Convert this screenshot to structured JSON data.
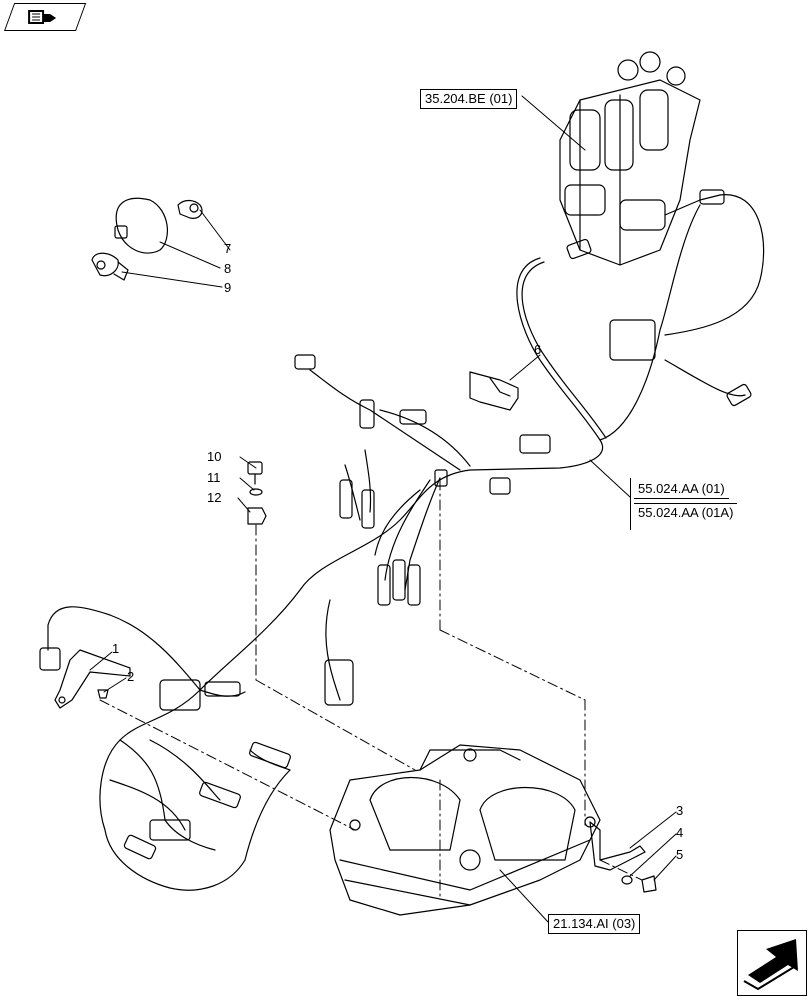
{
  "references": {
    "valve_block": "35.204.BE (01)",
    "harness_1": "55.024.AA (01)",
    "harness_2": "55.024.AA (01A)",
    "controller": "21.134.AI (03)"
  },
  "callouts": {
    "c1": "1",
    "c2": "2",
    "c3": "3",
    "c4": "4",
    "c5": "5",
    "c6": "6",
    "c7": "7",
    "c8": "8",
    "c9": "9",
    "c10": "10",
    "c11": "11",
    "c12": "12"
  },
  "icons": {
    "top_left": "book-arrow-icon",
    "bottom_right": "next-page-arrow-icon"
  }
}
